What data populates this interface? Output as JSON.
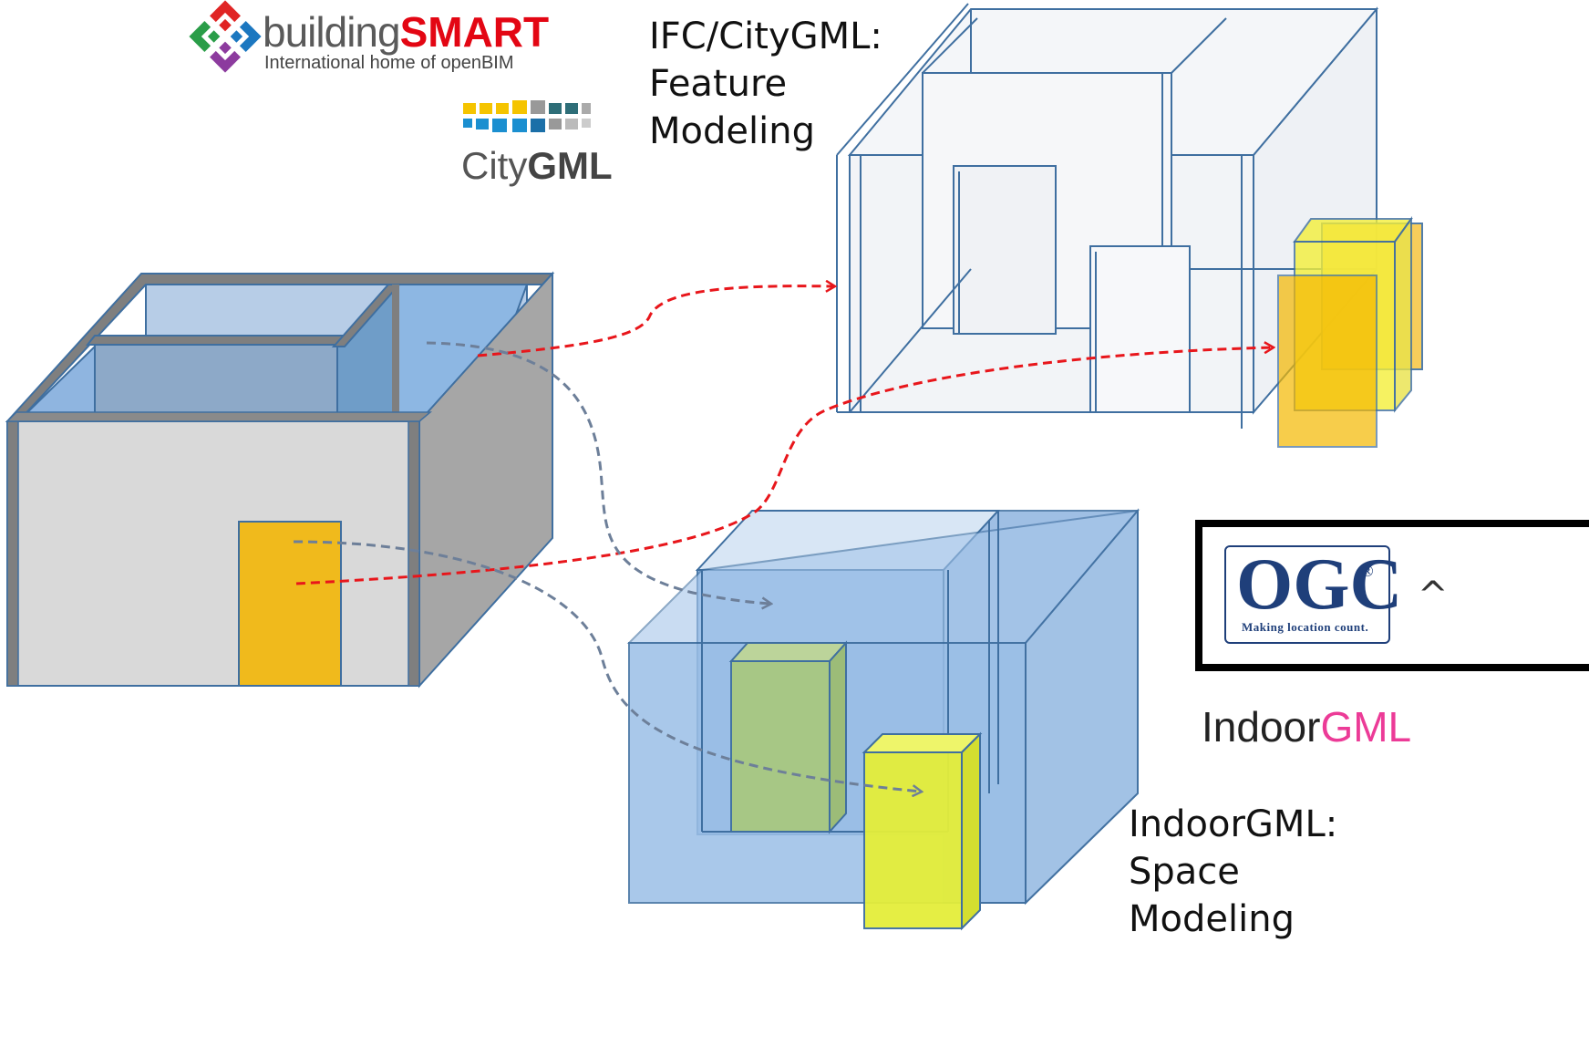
{
  "labels": {
    "ifc_citygml": "IFC/CityGML:\nFeature\nModeling",
    "indoorgml": "IndoorGML:\nSpace\nModeling"
  },
  "logos": {
    "buildingsmart": {
      "prefix": "building",
      "brand": "SMART",
      "tagline": "International home of openBIM"
    },
    "citygml": {
      "prefix": "City",
      "brand": "GML"
    },
    "ogc": {
      "letters": "OGC",
      "tagline": "Making location count."
    },
    "indoorgml": {
      "prefix": "Indoor",
      "brand": "GML"
    }
  },
  "colors": {
    "red_arrow": "#e8161b",
    "gray_arrow": "#6d7f99",
    "wall_gray": "#d9d9d9",
    "room_blue": "#8fb5e0",
    "door_yellow": "#f0ba1c",
    "space_green": "#a8c880",
    "space_yellow": "#e4ee3a",
    "ogc_blue": "#1f3f7a",
    "indoorgml_pink": "#ec3b97"
  }
}
